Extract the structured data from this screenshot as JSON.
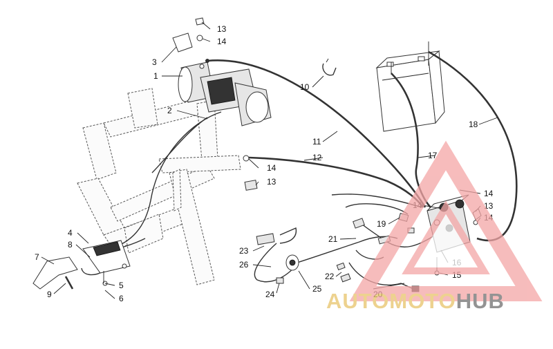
{
  "callouts": {
    "c1": "1",
    "c2": "2",
    "c3": "3",
    "c4": "4",
    "c5": "5",
    "c6": "6",
    "c7": "7",
    "c8": "8",
    "c9": "9",
    "c10": "10",
    "c11": "11",
    "c12": "12",
    "c13a": "13",
    "c14a": "14",
    "c14b": "14",
    "c13b": "13",
    "c14c": "14",
    "c13c": "13",
    "c14d": "14",
    "c14e": "14",
    "c15": "15",
    "c16": "16",
    "c17": "17",
    "c18": "18",
    "c19": "19",
    "c20": "20",
    "c21": "21",
    "c22": "22",
    "c23": "23",
    "c24": "24",
    "c25": "25",
    "c26": "26"
  },
  "watermark": {
    "part1": "AUTO",
    "part2": "MOTO",
    "part3": "HUB",
    "color_primary": "#f4a6a6",
    "color_accent": "#e8c46a",
    "color_dark": "#6f6f6f"
  }
}
